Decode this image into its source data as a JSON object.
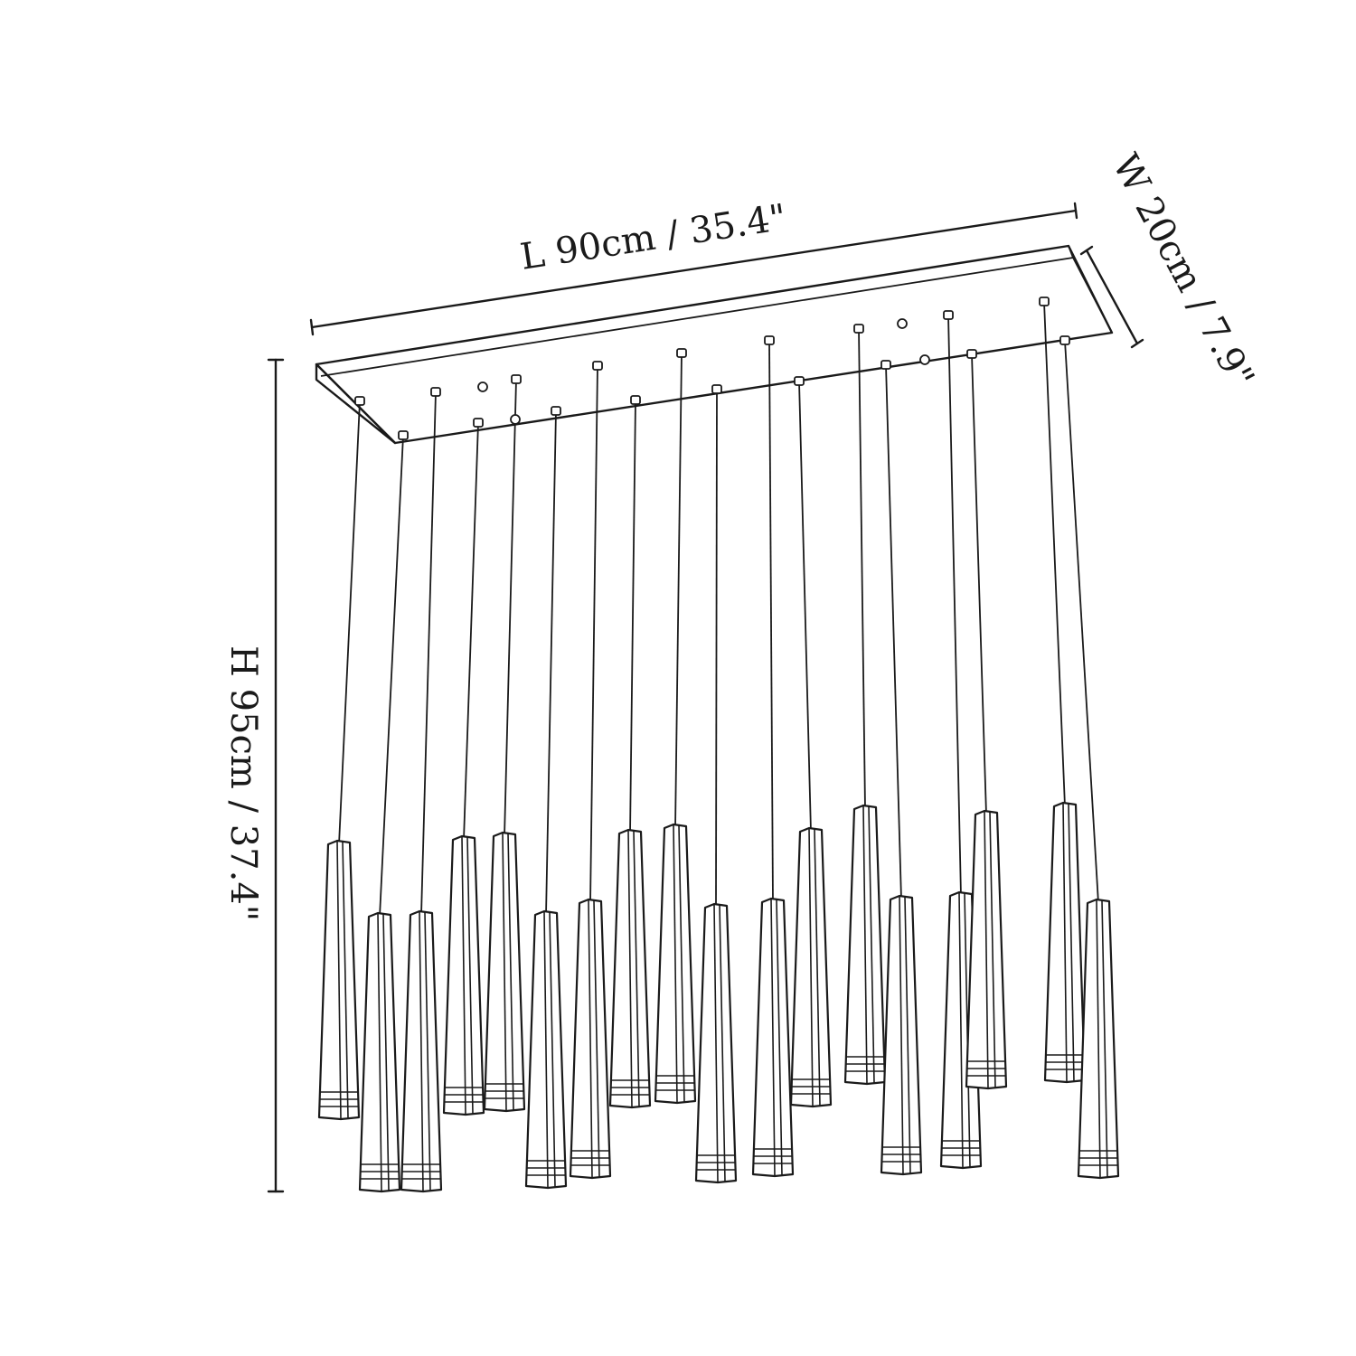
{
  "drawing": {
    "length_label": "L 90cm / 35.4\"",
    "width_label": "W 20cm / 7.9\"",
    "height_label": "H 95cm / 37.4\""
  },
  "colors": {
    "ink": "#1a1a1a",
    "background": "#ffffff"
  },
  "icons": {
    "canopy": "rectangular-canopy-icon",
    "pendant": "tapered-tube-pendant-icon"
  }
}
